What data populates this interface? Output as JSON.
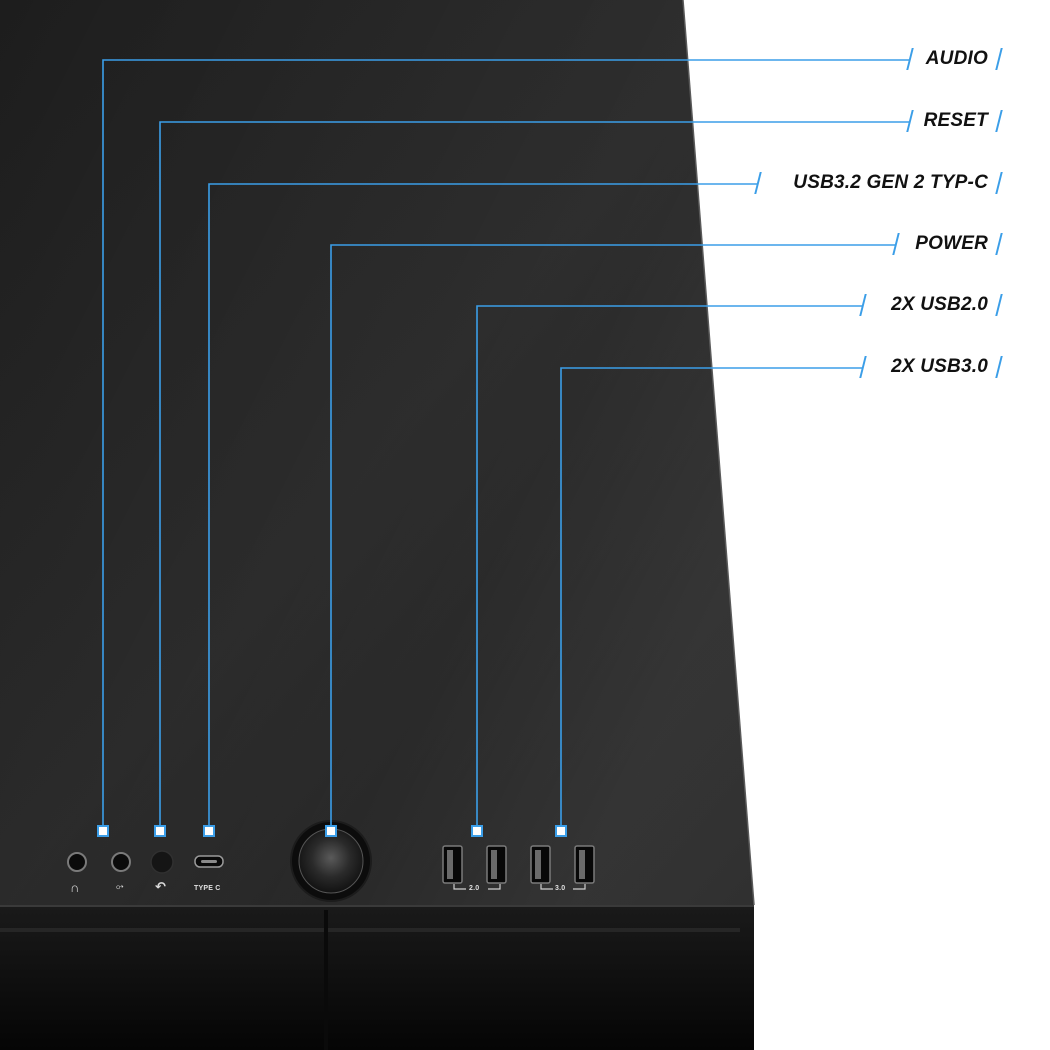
{
  "accent_color": "#3b9ee8",
  "callouts": [
    {
      "id": "audio",
      "label": "AUDIO"
    },
    {
      "id": "reset",
      "label": "RESET"
    },
    {
      "id": "usbc",
      "label": "USB3.2 GEN 2 TYP-C"
    },
    {
      "id": "power",
      "label": "POWER"
    },
    {
      "id": "usb2",
      "label": "2X USB2.0"
    },
    {
      "id": "usb3",
      "label": "2X USB3.0"
    }
  ],
  "port_labels": {
    "type_c": "TYPE C",
    "usb2": "2.0",
    "usb3": "3.0"
  },
  "icons": {
    "headphone": "headphone-icon",
    "microphone": "microphone-icon",
    "reset": "reset-icon"
  }
}
